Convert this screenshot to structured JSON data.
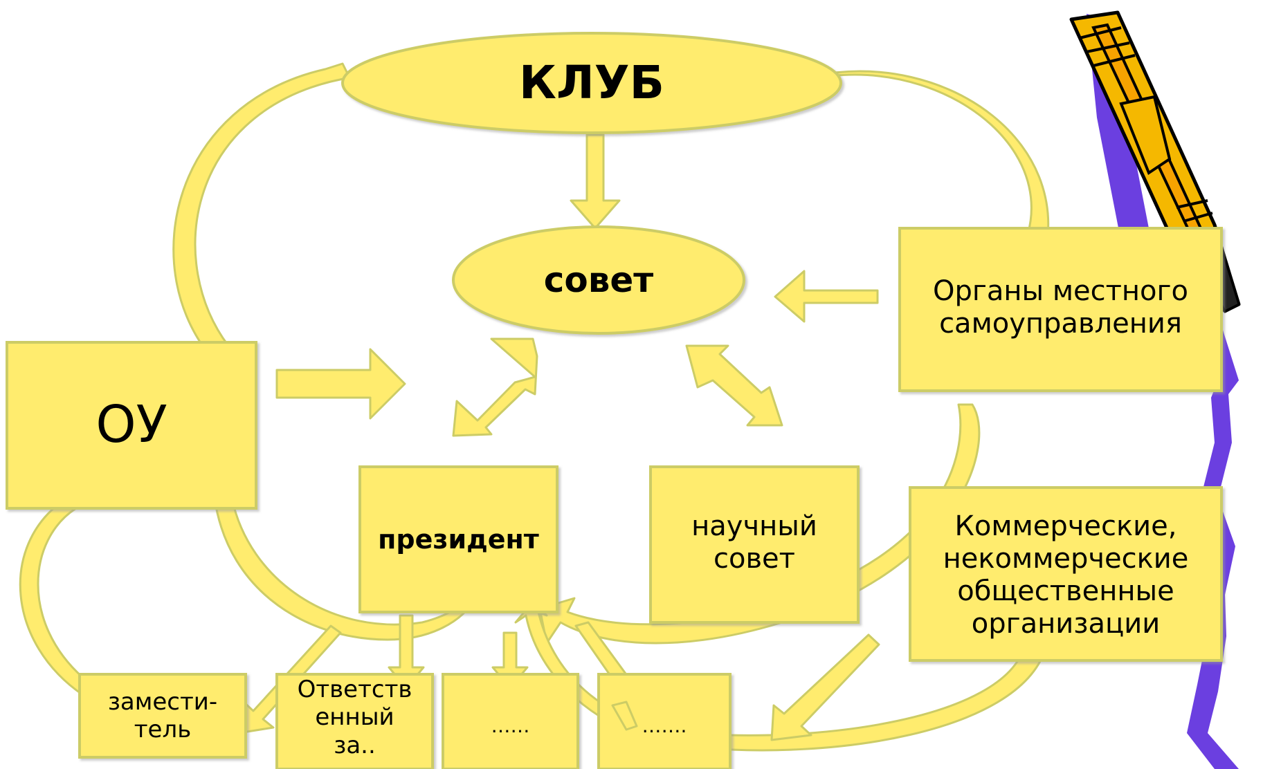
{
  "nodes": {
    "club": "КЛУБ",
    "council": "совет",
    "ou": "ОУ",
    "president": "президент",
    "science_council": "научный\nсовет",
    "local_government": "Органы местного\nсамоуправления",
    "organizations": "Коммерческие,\nнекоммерческие\nобщественные\nорганизации",
    "deputy": "замести-\nтель",
    "responsible": "Ответств\nенный\nза..",
    "blank_one": "……",
    "blank_two": "……."
  },
  "colors": {
    "fill": "#FFEC6E",
    "stroke": "#CCCC66",
    "pencil_body": "#F5B800",
    "pencil_outline": "#000000",
    "pencil_shadow": "#6B3FE0"
  },
  "icons": {
    "pencil": "pencil-icon"
  }
}
